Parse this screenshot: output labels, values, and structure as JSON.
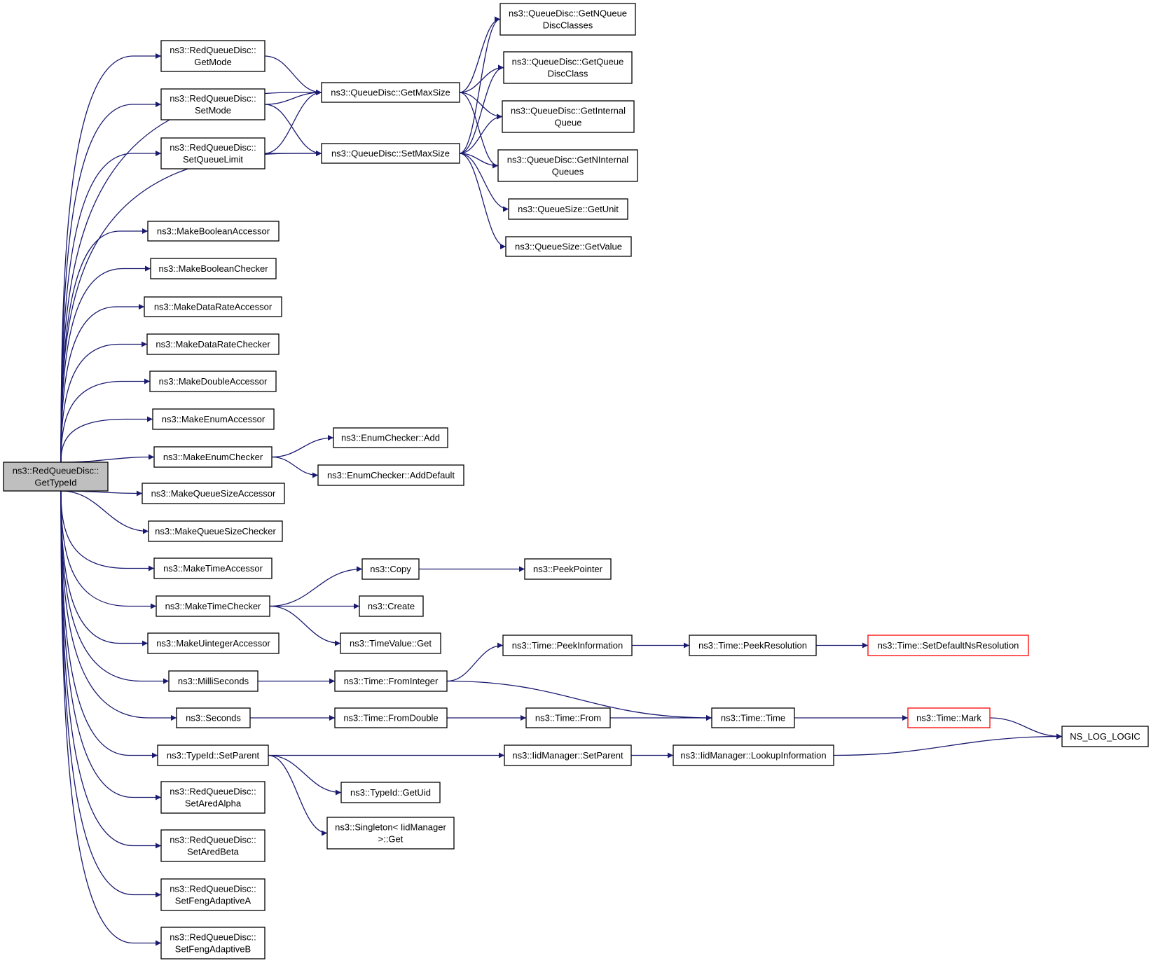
{
  "graph": {
    "title": "",
    "colors": {
      "edge": "#191970",
      "root_fill": "#bfbfbf",
      "node_border": "#000000",
      "truncated_border": "#ff0000"
    },
    "nodes": [
      {
        "id": "root",
        "lines": [
          "ns3::RedQueueDisc::",
          "GetTypeId"
        ],
        "style": "root"
      },
      {
        "id": "getMode",
        "lines": [
          "ns3::RedQueueDisc::",
          "GetMode"
        ]
      },
      {
        "id": "setMode",
        "lines": [
          "ns3::RedQueueDisc::",
          "SetMode"
        ]
      },
      {
        "id": "setQueueLimit",
        "lines": [
          "ns3::RedQueueDisc::",
          "SetQueueLimit"
        ]
      },
      {
        "id": "qdGetMaxSize",
        "lines": [
          "ns3::QueueDisc::GetMaxSize"
        ]
      },
      {
        "id": "qdSetMaxSize",
        "lines": [
          "ns3::QueueDisc::SetMaxSize"
        ]
      },
      {
        "id": "qdGetNQueueDiscClasses",
        "lines": [
          "ns3::QueueDisc::GetNQueue",
          "DiscClasses"
        ]
      },
      {
        "id": "qdGetQueueDiscClass",
        "lines": [
          "ns3::QueueDisc::GetQueue",
          "DiscClass"
        ]
      },
      {
        "id": "qdGetInternalQueue",
        "lines": [
          "ns3::QueueDisc::GetInternal",
          "Queue"
        ]
      },
      {
        "id": "qdGetNInternalQueues",
        "lines": [
          "ns3::QueueDisc::GetNInternal",
          "Queues"
        ]
      },
      {
        "id": "qsGetUnit",
        "lines": [
          "ns3::QueueSize::GetUnit"
        ]
      },
      {
        "id": "qsGetValue",
        "lines": [
          "ns3::QueueSize::GetValue"
        ]
      },
      {
        "id": "mkBoolAcc",
        "lines": [
          "ns3::MakeBooleanAccessor"
        ]
      },
      {
        "id": "mkBoolChk",
        "lines": [
          "ns3::MakeBooleanChecker"
        ]
      },
      {
        "id": "mkDRAcc",
        "lines": [
          "ns3::MakeDataRateAccessor"
        ]
      },
      {
        "id": "mkDRChk",
        "lines": [
          "ns3::MakeDataRateChecker"
        ]
      },
      {
        "id": "mkDblAcc",
        "lines": [
          "ns3::MakeDoubleAccessor"
        ]
      },
      {
        "id": "mkEnumAcc",
        "lines": [
          "ns3::MakeEnumAccessor"
        ]
      },
      {
        "id": "mkEnumChk",
        "lines": [
          "ns3::MakeEnumChecker"
        ]
      },
      {
        "id": "ecAdd",
        "lines": [
          "ns3::EnumChecker::Add"
        ]
      },
      {
        "id": "ecAddDefault",
        "lines": [
          "ns3::EnumChecker::AddDefault"
        ]
      },
      {
        "id": "mkQSAcc",
        "lines": [
          "ns3::MakeQueueSizeAccessor"
        ]
      },
      {
        "id": "mkQSChk",
        "lines": [
          "ns3::MakeQueueSizeChecker"
        ]
      },
      {
        "id": "mkTimeAcc",
        "lines": [
          "ns3::MakeTimeAccessor"
        ]
      },
      {
        "id": "mkTimeChk",
        "lines": [
          "ns3::MakeTimeChecker"
        ]
      },
      {
        "id": "copy",
        "lines": [
          "ns3::Copy"
        ]
      },
      {
        "id": "peekPointer",
        "lines": [
          "ns3::PeekPointer"
        ]
      },
      {
        "id": "create",
        "lines": [
          "ns3::Create"
        ]
      },
      {
        "id": "tvGet",
        "lines": [
          "ns3::TimeValue::Get"
        ]
      },
      {
        "id": "mkUintAcc",
        "lines": [
          "ns3::MakeUintegerAccessor"
        ]
      },
      {
        "id": "milliSeconds",
        "lines": [
          "ns3::MilliSeconds"
        ]
      },
      {
        "id": "seconds",
        "lines": [
          "ns3::Seconds"
        ]
      },
      {
        "id": "tFromInteger",
        "lines": [
          "ns3::Time::FromInteger"
        ]
      },
      {
        "id": "tFromDouble",
        "lines": [
          "ns3::Time::FromDouble"
        ]
      },
      {
        "id": "tPeekInformation",
        "lines": [
          "ns3::Time::PeekInformation"
        ]
      },
      {
        "id": "tPeekResolution",
        "lines": [
          "ns3::Time::PeekResolution"
        ]
      },
      {
        "id": "tSetDefaultNsRes",
        "lines": [
          "ns3::Time::SetDefaultNsResolution"
        ],
        "style": "truncated"
      },
      {
        "id": "tFrom",
        "lines": [
          "ns3::Time::From"
        ]
      },
      {
        "id": "tTime",
        "lines": [
          "ns3::Time::Time"
        ]
      },
      {
        "id": "tMark",
        "lines": [
          "ns3::Time::Mark"
        ],
        "style": "truncated"
      },
      {
        "id": "nsLogLogic",
        "lines": [
          "NS_LOG_LOGIC"
        ]
      },
      {
        "id": "tidSetParent",
        "lines": [
          "ns3::TypeId::SetParent"
        ]
      },
      {
        "id": "iidSetParent",
        "lines": [
          "ns3::IidManager::SetParent"
        ]
      },
      {
        "id": "iidLookup",
        "lines": [
          "ns3::IidManager::LookupInformation"
        ]
      },
      {
        "id": "tidGetUid",
        "lines": [
          "ns3::TypeId::GetUid"
        ]
      },
      {
        "id": "singletonGet",
        "lines": [
          "ns3::Singleton< IidManager",
          ">::Get"
        ]
      },
      {
        "id": "setAredAlpha",
        "lines": [
          "ns3::RedQueueDisc::",
          "SetAredAlpha"
        ]
      },
      {
        "id": "setAredBeta",
        "lines": [
          "ns3::RedQueueDisc::",
          "SetAredBeta"
        ]
      },
      {
        "id": "setFengA",
        "lines": [
          "ns3::RedQueueDisc::",
          "SetFengAdaptiveA"
        ]
      },
      {
        "id": "setFengB",
        "lines": [
          "ns3::RedQueueDisc::",
          "SetFengAdaptiveB"
        ]
      }
    ],
    "edges": [
      [
        "root",
        "getMode"
      ],
      [
        "root",
        "setMode"
      ],
      [
        "root",
        "setQueueLimit"
      ],
      [
        "root",
        "qdGetMaxSize"
      ],
      [
        "root",
        "qdSetMaxSize"
      ],
      [
        "root",
        "mkBoolAcc"
      ],
      [
        "root",
        "mkBoolChk"
      ],
      [
        "root",
        "mkDRAcc"
      ],
      [
        "root",
        "mkDRChk"
      ],
      [
        "root",
        "mkDblAcc"
      ],
      [
        "root",
        "mkEnumAcc"
      ],
      [
        "root",
        "mkEnumChk"
      ],
      [
        "root",
        "mkQSAcc"
      ],
      [
        "root",
        "mkQSChk"
      ],
      [
        "root",
        "mkTimeAcc"
      ],
      [
        "root",
        "mkTimeChk"
      ],
      [
        "root",
        "mkUintAcc"
      ],
      [
        "root",
        "milliSeconds"
      ],
      [
        "root",
        "seconds"
      ],
      [
        "root",
        "tidSetParent"
      ],
      [
        "root",
        "setAredAlpha"
      ],
      [
        "root",
        "setAredBeta"
      ],
      [
        "root",
        "setFengA"
      ],
      [
        "root",
        "setFengB"
      ],
      [
        "getMode",
        "qdGetMaxSize"
      ],
      [
        "setMode",
        "qdGetMaxSize"
      ],
      [
        "setMode",
        "qdSetMaxSize"
      ],
      [
        "setQueueLimit",
        "qdGetMaxSize"
      ],
      [
        "setQueueLimit",
        "qdSetMaxSize"
      ],
      [
        "qdGetMaxSize",
        "qdGetNQueueDiscClasses"
      ],
      [
        "qdGetMaxSize",
        "qdGetQueueDiscClass"
      ],
      [
        "qdGetMaxSize",
        "qdGetInternalQueue"
      ],
      [
        "qdGetMaxSize",
        "qdGetNInternalQueues"
      ],
      [
        "qdSetMaxSize",
        "qdGetNQueueDiscClasses"
      ],
      [
        "qdSetMaxSize",
        "qdGetQueueDiscClass"
      ],
      [
        "qdSetMaxSize",
        "qdGetInternalQueue"
      ],
      [
        "qdSetMaxSize",
        "qdGetNInternalQueues"
      ],
      [
        "qdSetMaxSize",
        "qsGetUnit"
      ],
      [
        "qdSetMaxSize",
        "qsGetValue"
      ],
      [
        "mkEnumChk",
        "ecAdd"
      ],
      [
        "mkEnumChk",
        "ecAddDefault"
      ],
      [
        "mkTimeChk",
        "copy"
      ],
      [
        "mkTimeChk",
        "create"
      ],
      [
        "mkTimeChk",
        "tvGet"
      ],
      [
        "copy",
        "peekPointer"
      ],
      [
        "milliSeconds",
        "tFromInteger"
      ],
      [
        "seconds",
        "tFromDouble"
      ],
      [
        "tFromInteger",
        "tPeekInformation"
      ],
      [
        "tFromInteger",
        "tTime"
      ],
      [
        "tPeekInformation",
        "tPeekResolution"
      ],
      [
        "tPeekResolution",
        "tSetDefaultNsRes"
      ],
      [
        "tFromDouble",
        "tFrom"
      ],
      [
        "tFrom",
        "tTime"
      ],
      [
        "tTime",
        "tMark"
      ],
      [
        "tMark",
        "nsLogLogic"
      ],
      [
        "tidSetParent",
        "iidSetParent"
      ],
      [
        "tidSetParent",
        "tidGetUid"
      ],
      [
        "tidSetParent",
        "singletonGet"
      ],
      [
        "iidSetParent",
        "iidLookup"
      ],
      [
        "iidLookup",
        "nsLogLogic"
      ]
    ]
  }
}
